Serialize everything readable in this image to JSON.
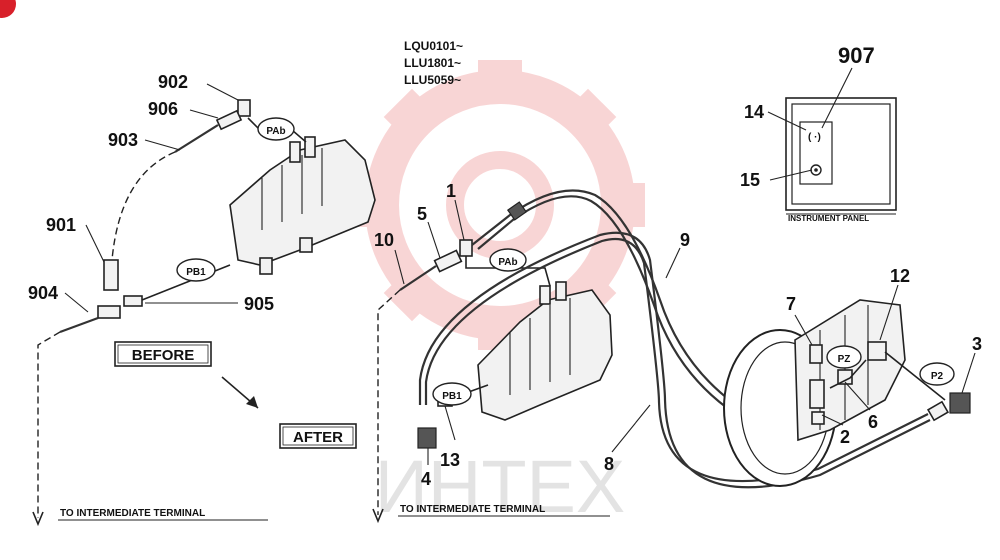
{
  "serials": [
    "LQU0101~",
    "LLU1801~",
    "LLU5059~"
  ],
  "labels": {
    "n902": "902",
    "n906": "906",
    "n903": "903",
    "n901": "901",
    "n904": "904",
    "n905": "905",
    "n907": "907",
    "n14": "14",
    "n15": "15",
    "n1": "1",
    "n5": "5",
    "n10": "10",
    "n9": "9",
    "n12": "12",
    "n7": "7",
    "n3": "3",
    "n6": "6",
    "n2": "2",
    "n8": "8",
    "n4": "4",
    "n13": "13"
  },
  "ports": {
    "pab_before": "PAb",
    "pb1_before": "PB1",
    "pab_after": "PAb",
    "pb1_after": "PB1",
    "pz": "PZ",
    "p2": "P2"
  },
  "boxes": {
    "before": "BEFORE",
    "after": "AFTER"
  },
  "captions": {
    "terminal_left": "TO INTERMEDIATE TERMINAL",
    "terminal_right": "TO INTERMEDIATE TERMINAL",
    "instrument_panel": "INSTRUMENT PANEL"
  },
  "watermark": "ИНТЕХ",
  "colors": {
    "watermark": "#f2b8b8",
    "badge": "#d8202a"
  }
}
